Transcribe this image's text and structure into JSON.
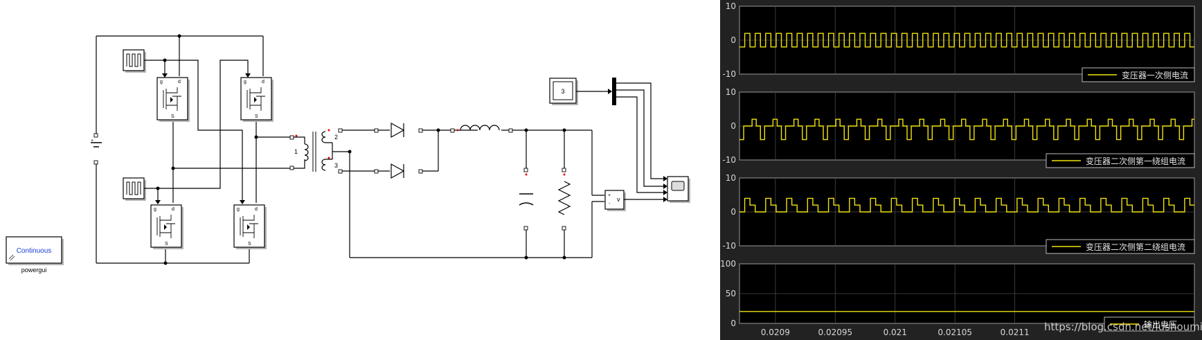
{
  "powergui": {
    "mode": "Continuous",
    "name": "powergui"
  },
  "transformer": {
    "primary": "1",
    "secondary1": "2",
    "secondary2": "3"
  },
  "mosfet": {
    "gate": "g",
    "drain": "d",
    "source": "S"
  },
  "constant": {
    "value": "3"
  },
  "voltmeter": {
    "label": "v",
    "plus": "+",
    "minus": "-"
  },
  "battery": {
    "plus": "+",
    "minus": "-"
  },
  "watermark": "https://blog.csdn.net/lushoumin",
  "scope": {
    "x_ticks": [
      "0.0209",
      "0.02095",
      "0.021",
      "0.02105",
      "0.0211"
    ],
    "x_range": [
      0.02087,
      0.02125
    ],
    "trace_color": "#f2e30e",
    "plots": [
      {
        "legend": "变压器一次侧电流",
        "y_ticks": [
          "10",
          "0",
          "-10"
        ],
        "ylim": [
          -10,
          10
        ]
      },
      {
        "legend": "变压器二次侧第一绕组电流",
        "y_ticks": [
          "10",
          "0",
          "-10"
        ],
        "ylim": [
          -10,
          10
        ]
      },
      {
        "legend": "变压器二次侧第二绕组电流",
        "y_ticks": [
          "10",
          "0",
          "-10"
        ],
        "ylim": [
          -10,
          10
        ]
      },
      {
        "legend": "输出电压",
        "y_ticks": [
          "100",
          "50",
          "0"
        ],
        "ylim": [
          0,
          100
        ]
      }
    ]
  },
  "chart_data": [
    {
      "type": "line",
      "title": "",
      "xlabel": "",
      "ylabel": "",
      "ylim": [
        -10,
        10
      ],
      "series": [
        {
          "name": "变压器一次侧电流",
          "waveform": "square-ish ripple",
          "values": [
            -2,
            2,
            -2,
            2
          ]
        }
      ]
    },
    {
      "type": "line",
      "title": "",
      "xlabel": "",
      "ylabel": "",
      "ylim": [
        -10,
        10
      ],
      "series": [
        {
          "name": "变压器二次侧第一绕组电流",
          "waveform": "stepped ripple",
          "values": [
            -4,
            0,
            0,
            2,
            0
          ]
        }
      ]
    },
    {
      "type": "line",
      "title": "",
      "xlabel": "",
      "ylabel": "",
      "ylim": [
        -10,
        10
      ],
      "series": [
        {
          "name": "变压器二次侧第二绕组电流",
          "waveform": "stepped ripple",
          "values": [
            0,
            4,
            2,
            0
          ]
        }
      ]
    },
    {
      "type": "line",
      "title": "",
      "xlabel": "",
      "ylabel": "",
      "ylim": [
        0,
        100
      ],
      "series": [
        {
          "name": "输出电压",
          "values": [
            20,
            20
          ]
        }
      ]
    }
  ]
}
